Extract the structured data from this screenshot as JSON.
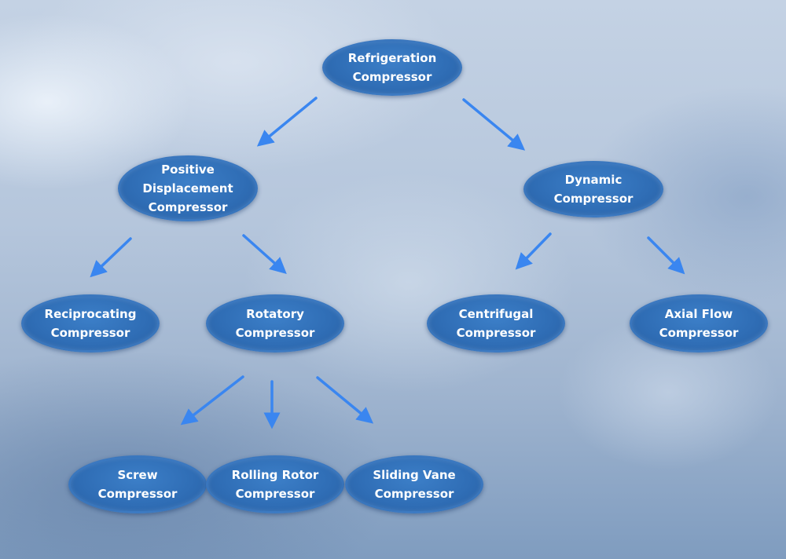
{
  "diagram": {
    "type": "hierarchy",
    "nodes": [
      {
        "id": "root",
        "label": "Refrigeration\nCompressor"
      },
      {
        "id": "pd",
        "label": "Positive\nDisplacement\nCompressor"
      },
      {
        "id": "dyn",
        "label": "Dynamic\nCompressor"
      },
      {
        "id": "recip",
        "label": "Reciprocating\nCompressor"
      },
      {
        "id": "rot",
        "label": "Rotatory\nCompressor"
      },
      {
        "id": "cent",
        "label": "Centrifugal\nCompressor"
      },
      {
        "id": "axial",
        "label": "Axial Flow\nCompressor"
      },
      {
        "id": "screw",
        "label": "Screw\nCompressor"
      },
      {
        "id": "rolling",
        "label": "Rolling Rotor\nCompressor"
      },
      {
        "id": "sliding",
        "label": "Sliding Vane\nCompressor"
      }
    ],
    "edges": [
      [
        "root",
        "pd"
      ],
      [
        "root",
        "dyn"
      ],
      [
        "pd",
        "recip"
      ],
      [
        "pd",
        "rot"
      ],
      [
        "dyn",
        "cent"
      ],
      [
        "dyn",
        "axial"
      ],
      [
        "rot",
        "screw"
      ],
      [
        "rot",
        "rolling"
      ],
      [
        "rot",
        "sliding"
      ]
    ],
    "colors": {
      "node_fill": "#2f6db5",
      "node_text": "#ffffff",
      "arrow": "#3a86f0"
    }
  }
}
